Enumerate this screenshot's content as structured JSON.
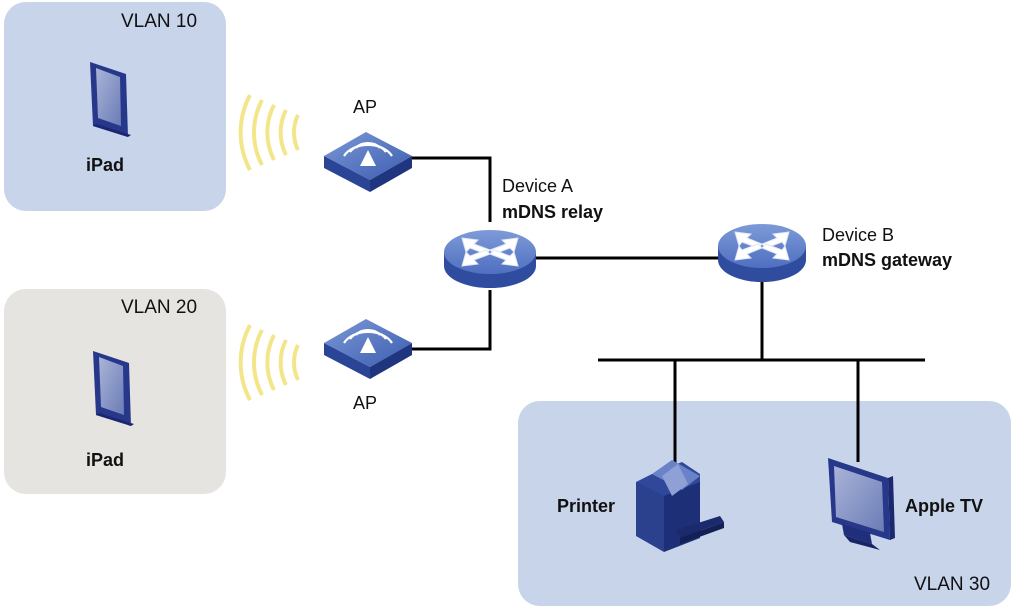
{
  "zones": {
    "vlan10": {
      "label": "VLAN 10",
      "color": "#c7d4ea"
    },
    "vlan20": {
      "label": "VLAN 20",
      "color": "#e6e4e1"
    },
    "vlan30": {
      "label": "VLAN 30",
      "color": "#c7d4ea"
    }
  },
  "devices": {
    "ipad_1": {
      "label": "iPad"
    },
    "ipad_2": {
      "label": "iPad"
    },
    "ap_1": {
      "label": "AP"
    },
    "ap_2": {
      "label": "AP"
    },
    "device_a": {
      "name": "Device A",
      "role": "mDNS relay"
    },
    "device_b": {
      "name": "Device B",
      "role": "mDNS gateway"
    },
    "printer": {
      "label": "Printer"
    },
    "apple_tv": {
      "label": "Apple TV"
    }
  },
  "colors": {
    "device_blue": "#3a56a8",
    "device_top": "#6a8cd0",
    "wireless_waves": "#f3e58a",
    "link": "#000000"
  }
}
